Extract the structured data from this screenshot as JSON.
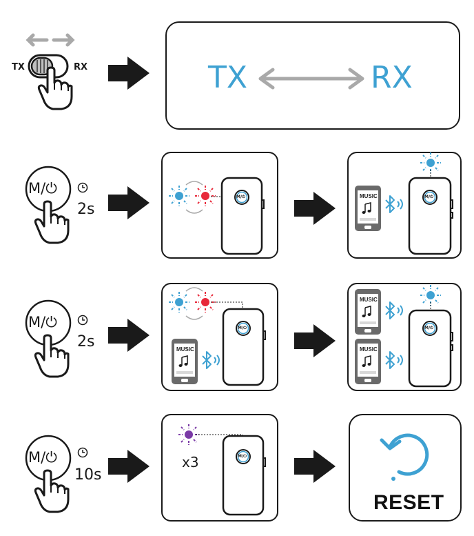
{
  "colors": {
    "blue": "#3ea1d2",
    "red": "#e8293a",
    "purple": "#7a3aa6",
    "grey": "#a9a9a9",
    "dark": "#1a1a1a"
  },
  "switch": {
    "left_label": "TX",
    "right_label": "RX"
  },
  "mode_panel": {
    "tx": "TX",
    "rx": "RX"
  },
  "button_label": "M/⏻",
  "device_button_label": "M/⏻",
  "phone_screen_text": "MUSIC",
  "rows": [
    {
      "duration": "2s"
    },
    {
      "duration": "2s"
    },
    {
      "duration": "10s",
      "blink_count": "x3"
    }
  ],
  "reset_label": "RESET"
}
